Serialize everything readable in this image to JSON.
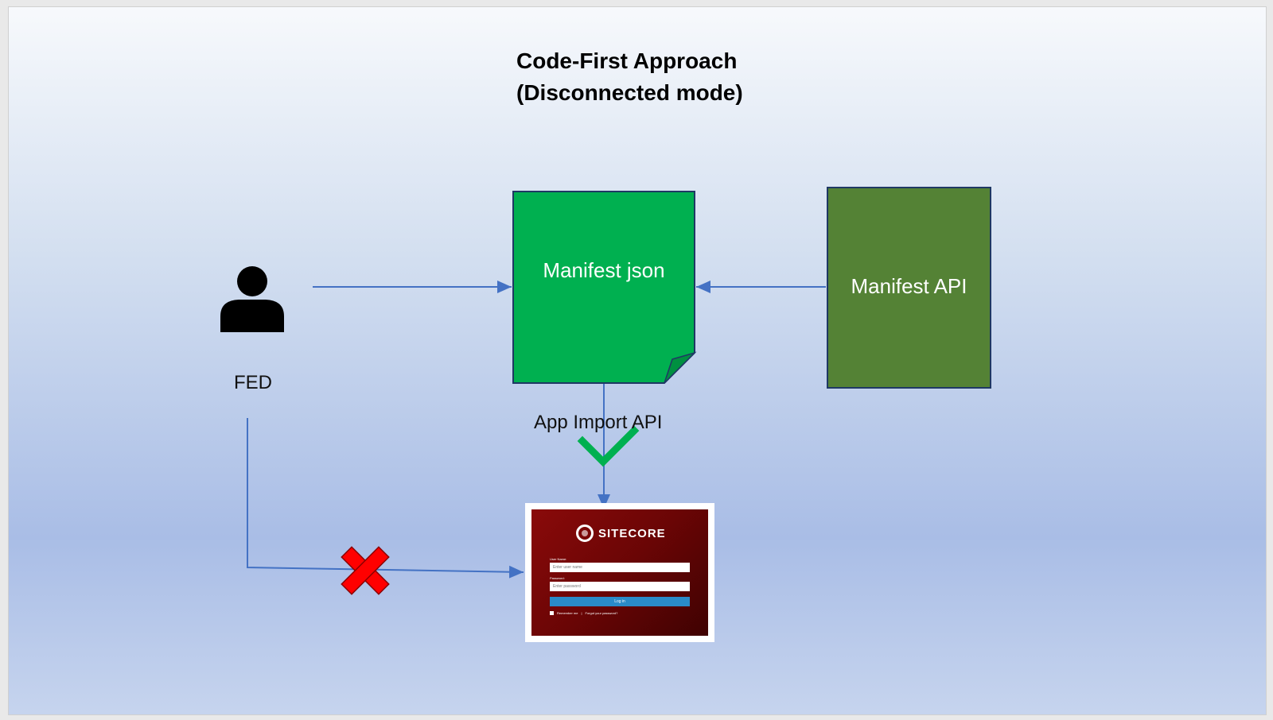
{
  "title": {
    "line1": "Code-First Approach",
    "line2": "(Disconnected mode)"
  },
  "nodes": {
    "manifest_json": {
      "label": "Manifest json",
      "color": "#00b050"
    },
    "manifest_api": {
      "label": "Manifest API",
      "color": "#548235"
    },
    "fed": {
      "label": "FED"
    },
    "app_import": {
      "label": "App Import API"
    }
  },
  "status": {
    "allowed_color": "#00b050",
    "blocked_color": "#ff0000"
  },
  "login_screen": {
    "logo": "SITECORE",
    "username_label": "User Name:",
    "username_placeholder": "Enter user name",
    "password_label": "Password:",
    "password_placeholder": "Enter password",
    "login_button": "Log in",
    "remember": "Remember me",
    "separator": "|",
    "forgot": "Forgot your password?"
  }
}
